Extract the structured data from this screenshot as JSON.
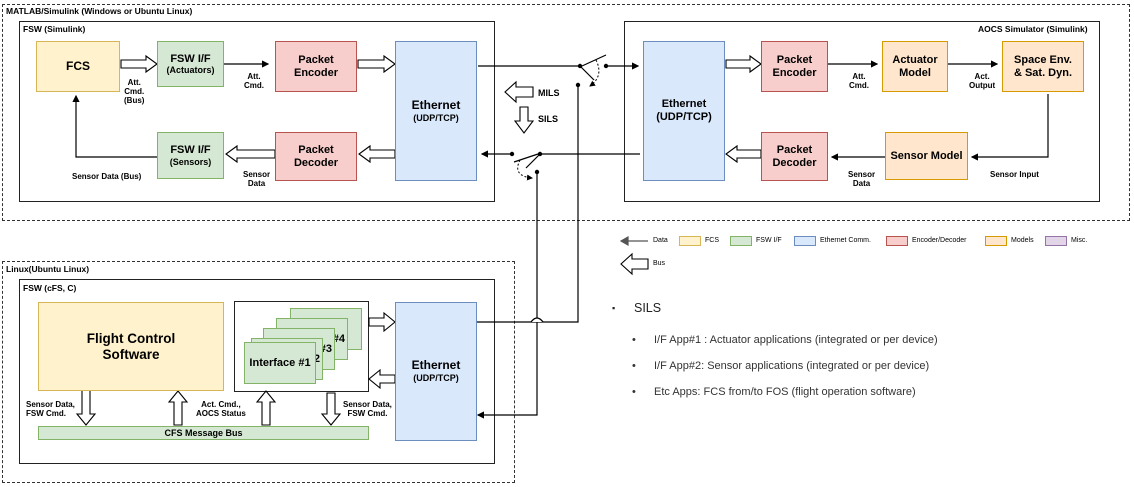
{
  "regions": {
    "matlab": "MATLAB/Simulink (Windows or Ubuntu Linux)",
    "fsw_simulink": "FSW (Simulink)",
    "aocs": "AOCS Simulator (Simulink)",
    "linux": "Linux(Ubuntu Linux)",
    "fsw_cfs": "FSW (cFS, C)"
  },
  "boxes": {
    "fcs": "FCS",
    "fsw_if_act_title": "FSW I/F",
    "fsw_if_act_sub": "(Actuators)",
    "fsw_if_sen_title": "FSW I/F",
    "fsw_if_sen_sub": "(Sensors)",
    "pkt_enc_1a": "Packet",
    "pkt_enc_1b": "Encoder",
    "pkt_dec_1a": "Packet",
    "pkt_dec_1b": "Decoder",
    "eth_1_title": "Ethernet",
    "eth_1_sub": "(UDP/TCP)",
    "eth_2_title": "Ethernet",
    "eth_2_sub": "(UDP/TCP)",
    "pkt_enc_2a": "Packet",
    "pkt_enc_2b": "Encoder",
    "pkt_dec_2a": "Packet",
    "pkt_dec_2b": "Decoder",
    "act_model_a": "Actuator",
    "act_model_b": "Model",
    "space_env_a": "Space Env.",
    "space_env_b": "& Sat. Dyn.",
    "sensor_model": "Sensor Model",
    "fcs_software_a": "Flight Control",
    "fcs_software_b": "Software",
    "interface_1": "Interface #1",
    "interface_2": "#2",
    "interface_3": "#3",
    "interface_4": "#4",
    "interface_dots": ".....",
    "eth_3_title": "Ethernet",
    "eth_3_sub": "(UDP/TCP)",
    "cfs_bus": "CFS Message Bus"
  },
  "labels": {
    "att_cmd_bus_1": "Att.",
    "att_cmd_bus_2": "Cmd.",
    "att_cmd_bus_3": "(Bus)",
    "att_cmd_a1": "Att.",
    "att_cmd_a2": "Cmd.",
    "att_cmd_b1": "Att.",
    "att_cmd_b2": "Cmd.",
    "act_output_1": "Act.",
    "act_output_2": "Output",
    "sensor_data_bus": "Sensor Data (Bus)",
    "sensor_data_a1": "Sensor",
    "sensor_data_a2": "Data",
    "sensor_data_b1": "Sensor",
    "sensor_data_b2": "Data",
    "sensor_input": "Sensor Input",
    "mils": "MILS",
    "sils": "SILS",
    "bus_l1": "Sensor Data,",
    "bus_l2": "FSW Cmd.",
    "bus_m1": "Act. Cmd.,",
    "bus_m2": "AOCS Status",
    "bus_r1": "Sensor Data,",
    "bus_r2": "FSW Cmd."
  },
  "legend": {
    "data": "Data",
    "bus": "Bus",
    "items": [
      {
        "label": "FCS",
        "fill": "#fff2cc",
        "stroke": "#d6b656"
      },
      {
        "label": "FSW I/F",
        "fill": "#d5e8d4",
        "stroke": "#82b366"
      },
      {
        "label": "Ethernet Comm.",
        "fill": "#dae8fc",
        "stroke": "#6c8ebf"
      },
      {
        "label": "Encoder/Decoder",
        "fill": "#f8cecc",
        "stroke": "#b85450"
      },
      {
        "label": "Models",
        "fill": "#ffe6cc",
        "stroke": "#d79b00"
      },
      {
        "label": "Misc.",
        "fill": "#e1d5e7",
        "stroke": "#9673a6"
      }
    ]
  },
  "sils_notes": {
    "bullet": "▪",
    "title": "SILS",
    "sub_bullet": "•",
    "items": [
      "I/F App#1 : Actuator applications (integrated or per device)",
      "I/F App#2: Sensor applications (integrated or per device)",
      "Etc Apps: FCS from/to FOS (flight operation software)"
    ]
  }
}
